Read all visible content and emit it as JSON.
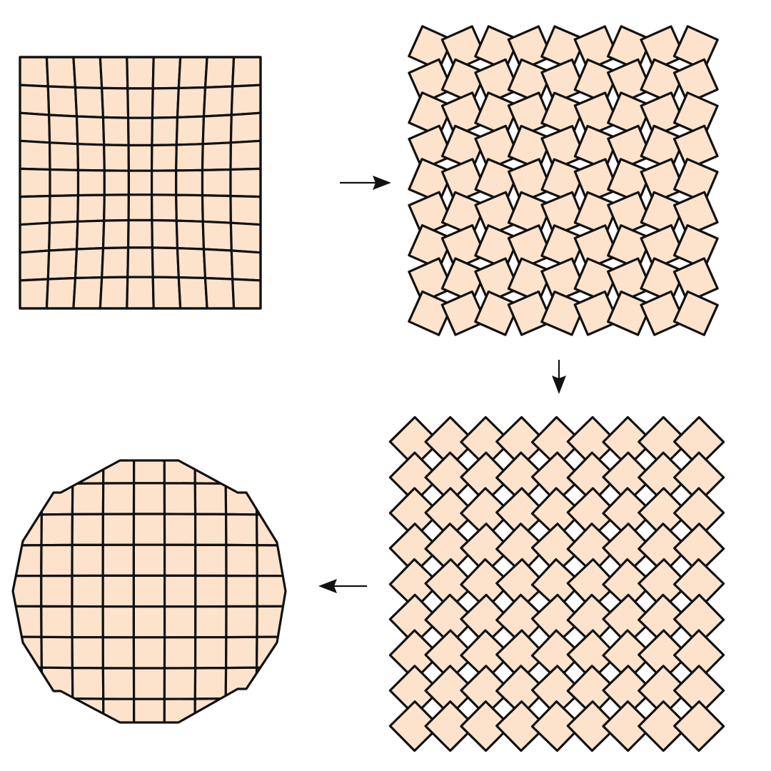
{
  "colors": {
    "tile_fill": "#fde3cc",
    "tile_stroke": "#111111",
    "background": "#ffffff"
  },
  "panels": [
    {
      "name": "warped-square-grid",
      "kind": "square grid, 9 x 9 cells, edges bowed"
    },
    {
      "name": "rotating-squares-closed",
      "kind": "rotating-squares kirigami, partially opened"
    },
    {
      "name": "rotating-squares-open",
      "kind": "rotating-squares kirigami, fully opened diamond lattice"
    },
    {
      "name": "circular-grid",
      "kind": "square grid, 9 x 9 cells, clipped to a circle-like outline"
    }
  ],
  "arrows": [
    {
      "name": "arrow-right",
      "direction": "right"
    },
    {
      "name": "arrow-down",
      "direction": "down"
    },
    {
      "name": "arrow-left",
      "direction": "left"
    }
  ]
}
